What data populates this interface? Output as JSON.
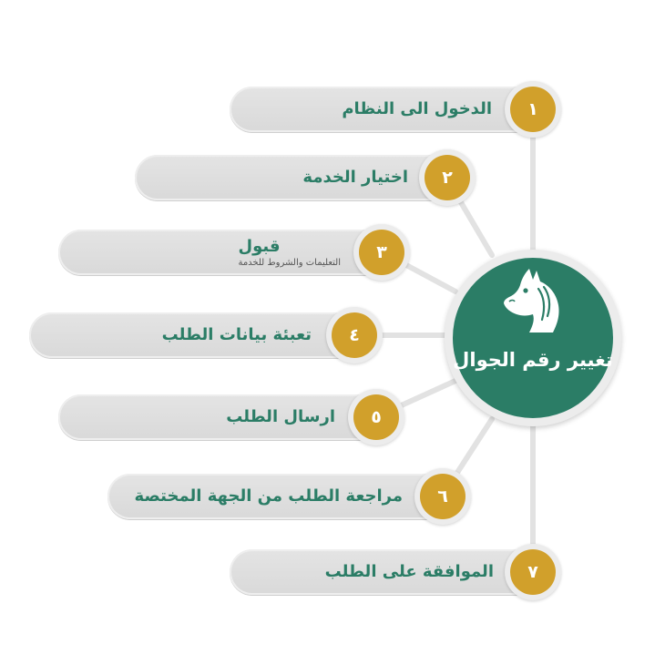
{
  "hub": {
    "title": "تغيير رقم الجوال",
    "icon": "horse-head-icon"
  },
  "colors": {
    "primary": "#2b7d66",
    "accent": "#d1a02b",
    "pill": "#dedede",
    "connector": "#e2e2e2"
  },
  "steps": [
    {
      "number": "١",
      "label": "الدخول الى النظام"
    },
    {
      "number": "٢",
      "label": "اختيار الخدمة"
    },
    {
      "number": "٣",
      "label": "قبول",
      "sub": "التعليمات والشروط للخدمة"
    },
    {
      "number": "٤",
      "label": "تعبئة بيانات الطلب"
    },
    {
      "number": "٥",
      "label": "ارسال الطلب"
    },
    {
      "number": "٦",
      "label": "مراجعة الطلب من الجهة المختصة"
    },
    {
      "number": "٧",
      "label": "الموافقة على الطلب"
    }
  ]
}
